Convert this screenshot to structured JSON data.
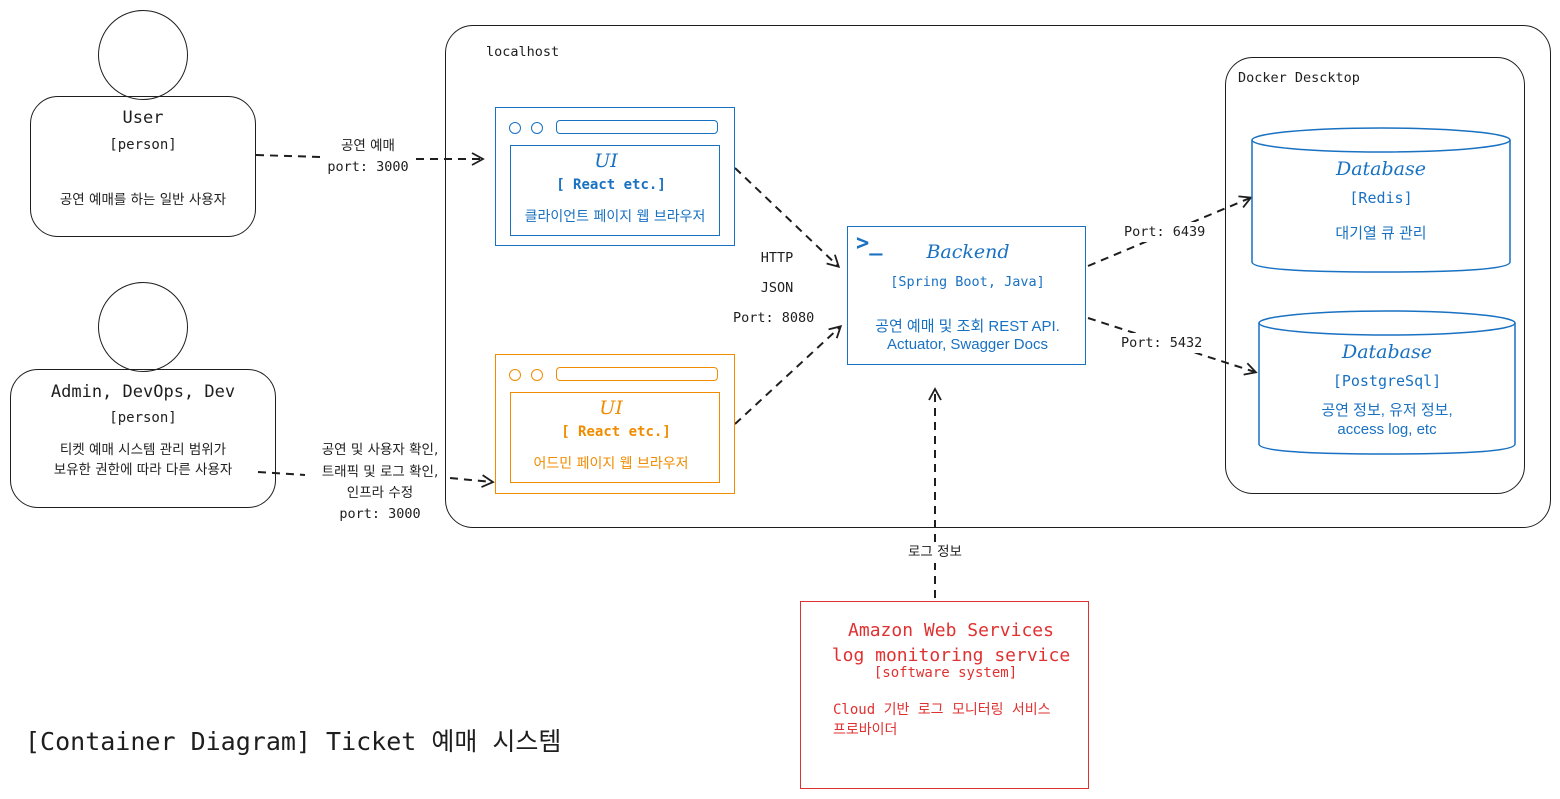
{
  "title": "[Container Diagram] Ticket 예매 시스템",
  "persons": [
    {
      "id": "user",
      "name": "User",
      "tag": "[person]",
      "description": "공연 예매를 하는 일반 사용자"
    },
    {
      "id": "admin",
      "name": "Admin, DevOps, Dev",
      "tag": "[person]",
      "description_lines": [
        "티켓 예매 시스템 관리 범위가",
        "보유한 권한에 따라 다른 사용자"
      ]
    }
  ],
  "boundaries": {
    "localhost": "localhost",
    "docker": "Docker Descktop"
  },
  "containers": {
    "client_ui": {
      "title": "UI",
      "tag": "[ React etc.]",
      "description": "클라이언트 페이지 웹 브라우저",
      "color": "#1971c2"
    },
    "admin_ui": {
      "title": "UI",
      "tag": "[ React etc.]",
      "description": "어드민 페이지 웹 브라우저",
      "color": "#f08c00"
    },
    "backend": {
      "icon": "terminal-prompt-icon",
      "icon_text": ">_",
      "title": "Backend",
      "tag": "[Spring Boot, Java]",
      "description_lines": [
        "공연 예매 및 조회 REST API.",
        "Actuator, Swagger Docs"
      ],
      "color": "#1971c2"
    },
    "redis": {
      "title": "Database",
      "tag": "[Redis]",
      "description": "대기열 큐 관리",
      "color": "#1971c2"
    },
    "postgres": {
      "title": "Database",
      "tag": "[PostgreSql]",
      "description_lines": [
        "공연 정보, 유저 정보,",
        "access log, etc"
      ],
      "color": "#1971c2"
    }
  },
  "external": {
    "aws": {
      "title_lines": [
        "Amazon Web Services",
        "log monitoring service"
      ],
      "tag": "[software system]",
      "description_lines": [
        "Cloud 기반 로그 모니터링 서비스",
        "프로바이더"
      ],
      "color": "#e03131"
    }
  },
  "edges": {
    "user_to_client": [
      "공연 예매",
      "port: 3000"
    ],
    "admin_to_adminui": [
      "공연 및 사용자 확인,",
      "트래픽 및 로그 확인,",
      "인프라 수정",
      "port: 3000"
    ],
    "ui_to_backend": [
      "HTTP",
      "JSON",
      "Port: 8080"
    ],
    "backend_to_redis": "Port: 6439",
    "backend_to_postgres": "Port: 5432",
    "aws_to_backend": "로그 정보"
  }
}
